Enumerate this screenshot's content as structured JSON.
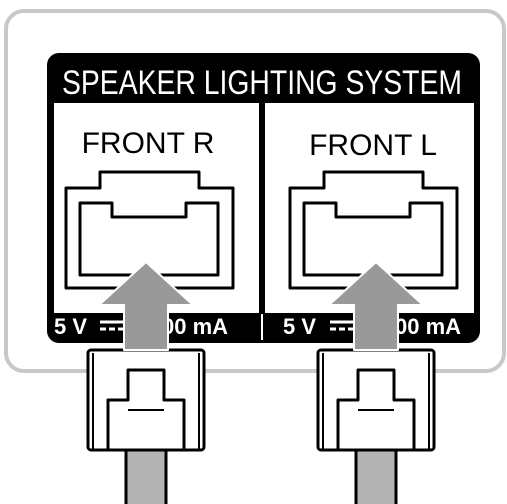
{
  "panel": {
    "title": "SPEAKER LIGHTING SYSTEM",
    "ports": [
      {
        "label": "FRONT R",
        "rating_left": "5 V",
        "rating_right": "00 mA"
      },
      {
        "label": "FRONT L",
        "rating_left": "5 V",
        "rating_right": "00 mA"
      }
    ]
  },
  "colors": {
    "panel_bg": "#000000",
    "port_area": "#ffffff",
    "outer_frame": "#c8c8c8",
    "arrow": "#999999",
    "cable": "#b3b3b3"
  }
}
